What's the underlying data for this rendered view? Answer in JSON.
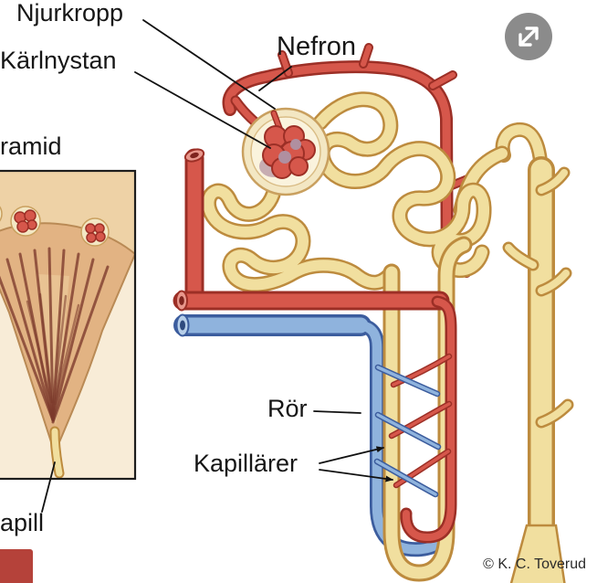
{
  "figure": {
    "title": "Nefron",
    "credit": "© K. C. Toverud",
    "labels": {
      "njurkropp": "Njurkropp",
      "karlnystan": "Kärlnystan",
      "pyramid_partial": "ramid",
      "ror": "Rör",
      "kapillarer": "Kapillärer",
      "papill_partial": "apill"
    }
  },
  "icons": {
    "expand": "diagonal-resize-arrows"
  },
  "colors": {
    "page_bg": "#ffffff",
    "artery_fill": "#d6574b",
    "artery_outline": "#9c2f26",
    "artery_open": "#e8978c",
    "artery_lumen": "#7e241e",
    "vein_fill": "#8fb3dd",
    "vein_outline": "#3c5d9e",
    "vein_open": "#b7cfe9",
    "vein_lumen": "#2f4a7e",
    "tubule_fill": "#f1df9f",
    "tubule_outline": "#bd8b3e",
    "capsule_fill": "#f3e7c3",
    "capsule_outline": "#c9a05f",
    "glom_accent": "#b08fa0",
    "pyramid_fill": "#e2b383",
    "pyramid_outline": "#b98a55",
    "cortex_fill": "#eed2a6",
    "inset_bg": "#f8ecd7",
    "streak": "#7c3a2c",
    "label_color": "#161616",
    "line_color": "#111111",
    "credit_color": "#2b2b2b",
    "expand_bg": "#8b8b8b",
    "expand_fg": "#ffffff",
    "corner_strip": "#b5423a"
  }
}
